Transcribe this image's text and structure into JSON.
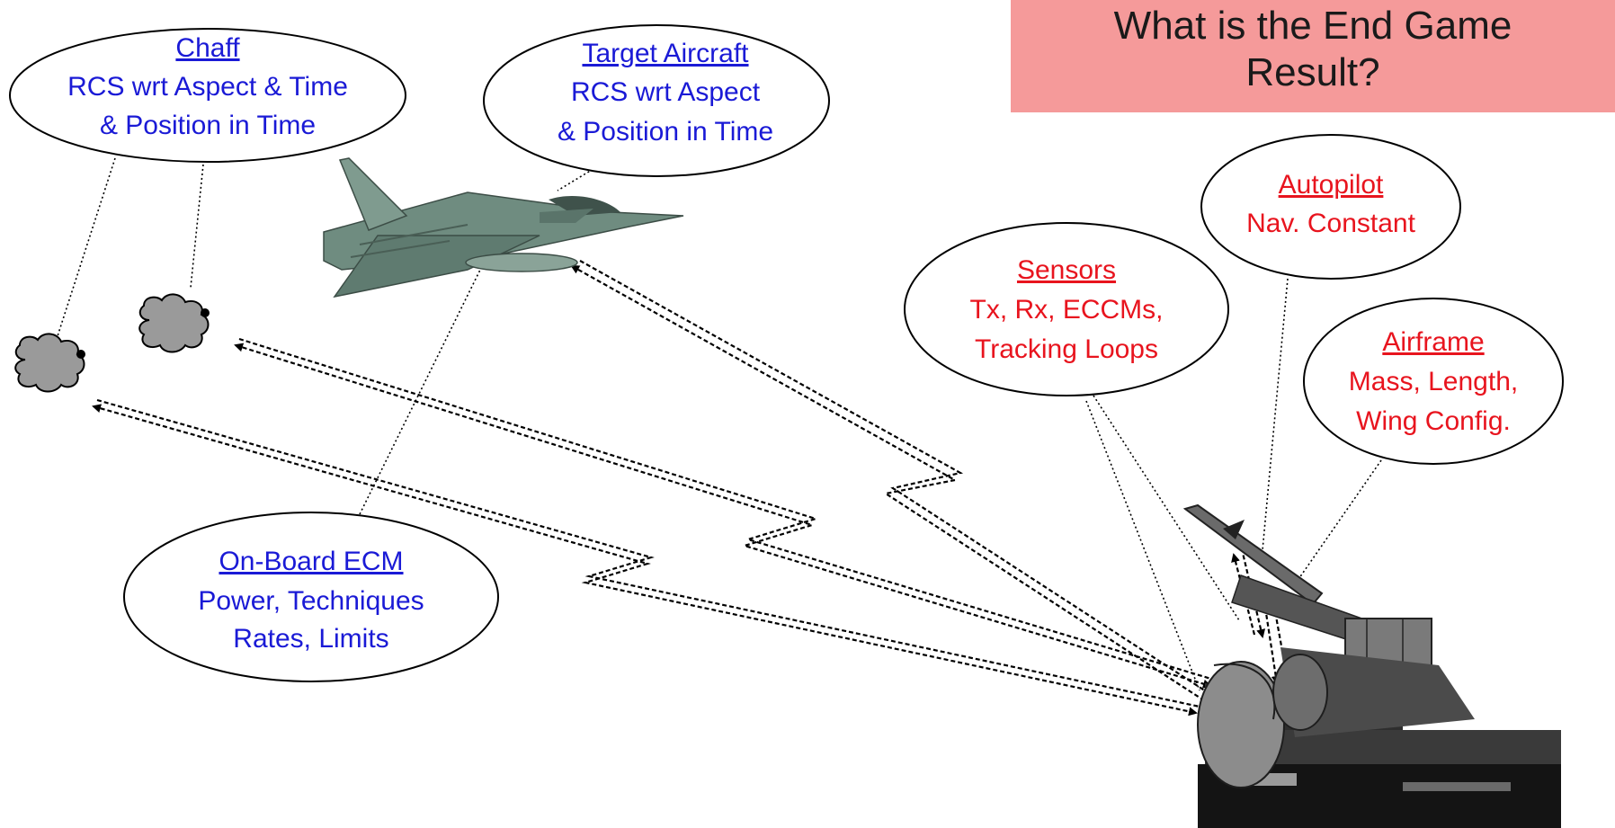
{
  "callout": {
    "line1": "What is the End Game",
    "line2": "Result?"
  },
  "bubbles": {
    "chaff": {
      "title": "Chaff",
      "line1": "RCS wrt Aspect & Time",
      "line2": "& Position in Time"
    },
    "target": {
      "title": "Target Aircraft",
      "line1": "RCS wrt Aspect",
      "line2": "& Position in Time"
    },
    "ecm": {
      "title": "On-Board ECM",
      "line1": "Power, Techniques",
      "line2": "Rates, Limits"
    },
    "sensors": {
      "title": "Sensors",
      "line1": "Tx, Rx, ECCMs,",
      "line2": "Tracking Loops"
    },
    "autopilot": {
      "title": "Autopilot",
      "line1": "Nav. Constant"
    },
    "airframe": {
      "title": "Airframe",
      "line1": "Mass, Length,",
      "line2": "Wing Config."
    }
  },
  "colors": {
    "threat_text": "#1a1ad6",
    "missile_text": "#e8141e",
    "callout_bg": "#f59a9a"
  },
  "icons": {
    "aircraft": "jet-fighter-icon",
    "chaff": "chaff-cloud-icon",
    "launcher": "missile-launcher-icon"
  }
}
